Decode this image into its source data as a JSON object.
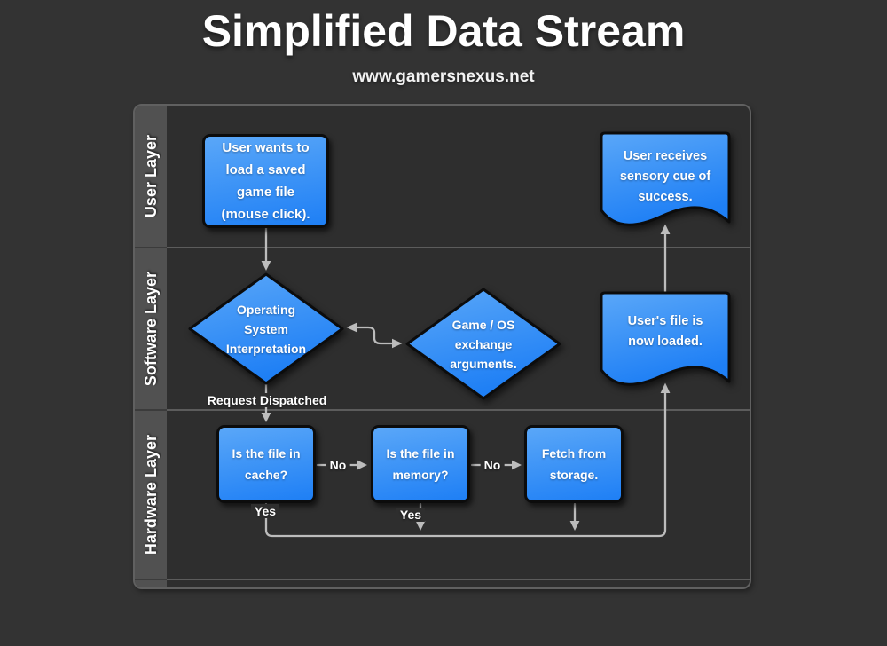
{
  "page": {
    "title": "Simplified Data Stream",
    "subtitle": "www.gamersnexus.net"
  },
  "colors": {
    "background": "#333333",
    "lane_content": "#2e2e2e",
    "lane_label_bg": "#515151",
    "node_gradient_top": "#5aa7f8",
    "node_gradient_bottom": "#1e7ff5",
    "node_border": "#0c0c0c",
    "connector": "#bcbcbc",
    "text": "#ffffff"
  },
  "lanes": [
    {
      "label": "User Layer"
    },
    {
      "label": "Software Layer"
    },
    {
      "label": "Hardware Layer"
    }
  ],
  "nodes": {
    "user_request": {
      "type": "process",
      "lane": "User Layer",
      "lines": [
        "User wants to",
        "load a saved",
        "game file",
        "(mouse click)."
      ]
    },
    "sensory_cue": {
      "type": "document",
      "lane": "User Layer",
      "lines": [
        "User receives",
        "sensory cue of",
        "success."
      ]
    },
    "os_interpretation": {
      "type": "decision",
      "lane": "Software Layer",
      "lines": [
        "Operating",
        "System",
        "Interpretation"
      ]
    },
    "game_os_exchange": {
      "type": "decision",
      "lane": "Software Layer",
      "lines": [
        "Game / OS",
        "exchange",
        "arguments."
      ]
    },
    "file_loaded": {
      "type": "document",
      "lane": "Software Layer",
      "lines": [
        "User's file is",
        "now loaded."
      ]
    },
    "cache_check": {
      "type": "process",
      "lane": "Hardware Layer",
      "lines": [
        "Is the file in",
        "cache?"
      ]
    },
    "memory_check": {
      "type": "process",
      "lane": "Hardware Layer",
      "lines": [
        "Is the file in",
        "memory?"
      ]
    },
    "fetch_storage": {
      "type": "process",
      "lane": "Hardware Layer",
      "lines": [
        "Fetch from",
        "storage."
      ]
    }
  },
  "edge_labels": {
    "request_dispatched": "Request Dispatched",
    "no_cache": "No",
    "no_memory": "No",
    "yes_cache": "Yes",
    "yes_memory": "Yes"
  }
}
